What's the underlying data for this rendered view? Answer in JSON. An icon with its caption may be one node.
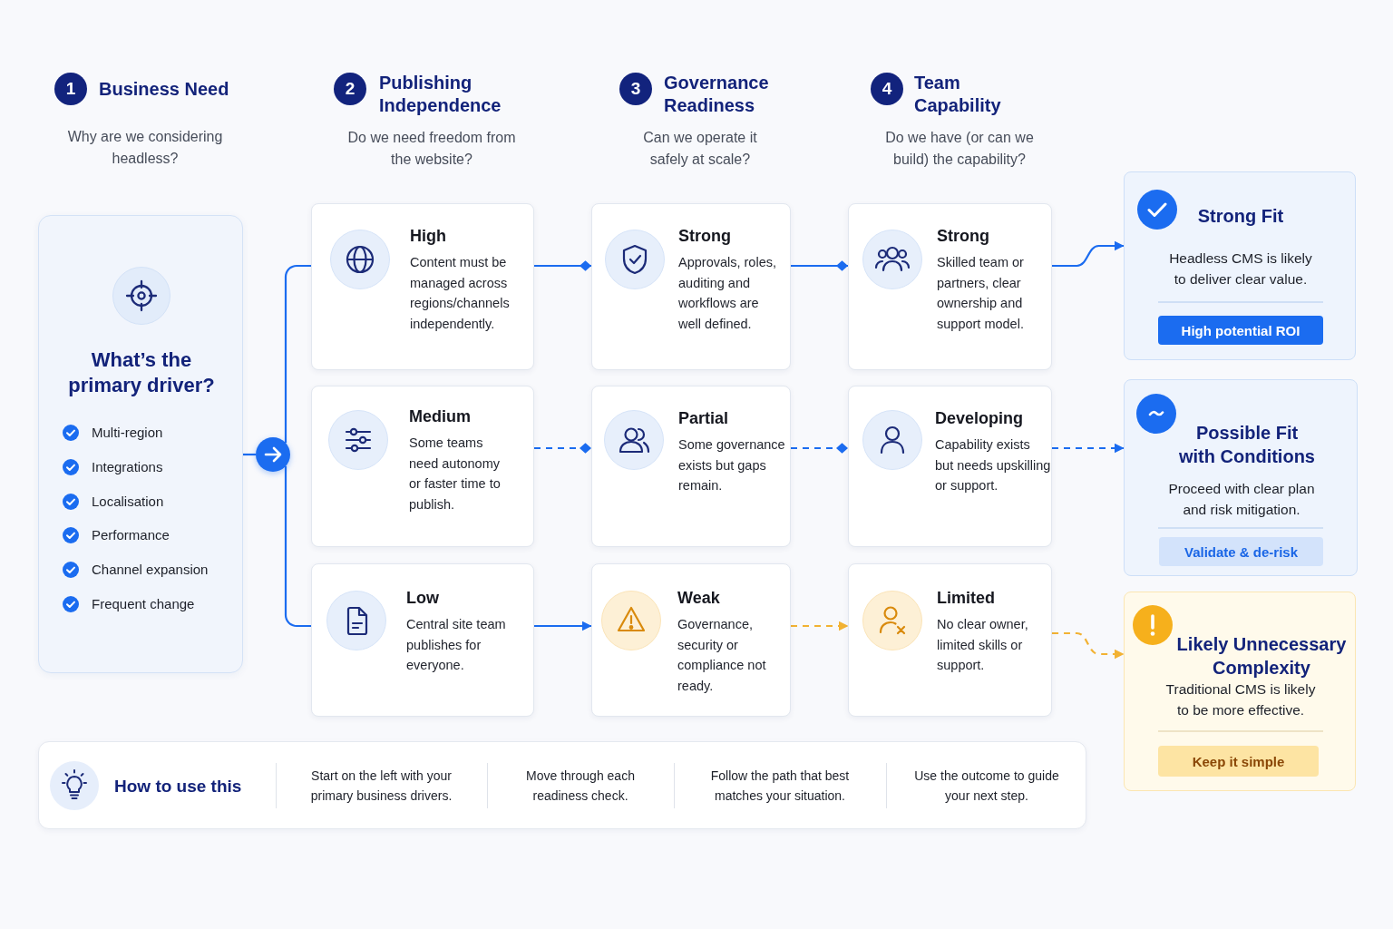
{
  "diagram": {
    "nodes": [
      {
        "text": [
          "What’s the primary driver?",
          "Multi-region",
          "Integrations",
          "Localisation",
          "Performance",
          "Channel expansion",
          "Frequent change"
        ]
      },
      {
        "text": [],
        "shape": "circle"
      },
      {
        "text": [
          "High",
          "Content must be managed across regions/channels independently."
        ]
      },
      {
        "text": [
          "Medium",
          "Some teams need autonomy or faster time to publish."
        ]
      },
      {
        "text": [
          "Low",
          "Central site team publishes for everyone."
        ]
      },
      {
        "text": [
          "Strong",
          "Approvals, roles, auditing and workflows are well defined."
        ]
      },
      {
        "text": [
          "Partial",
          "Some governance exists but gaps remain."
        ]
      },
      {
        "text": [
          "Weak",
          "Governance, security or compliance not ready."
        ]
      },
      {
        "text": [
          "Strong",
          "Skilled team or partners, clear ownership and support model."
        ]
      },
      {
        "text": [
          "Developing",
          "Capability exists but needs upskilling or support."
        ]
      },
      {
        "text": [
          "Limited",
          "No clear owner, limited skills or support."
        ]
      },
      {
        "text": [
          "Strong Fit",
          "Headless CMS is likely to deliver clear value."
        ]
      },
      {
        "text": [
          "High potential ROI"
        ],
        "in": 11
      },
      {
        "text": [
          "Possible Fit with Conditions",
          "Proceed with clear plan and risk mitigation."
        ]
      },
      {
        "text": [
          "Validate & de-risk"
        ],
        "in": 13
      },
      {
        "text": [
          "Likely Unnecessary Complexity",
          "Traditional CMS is likely to be more effective."
        ]
      },
      {
        "text": [
          "Keep it simple"
        ],
        "in": 15
      },
      {
        "text": [
          "How to use this",
          "Start on the left with your primary business drivers.",
          "Move through each readiness check.",
          "Follow the path that best matches your situation.",
          "Use the outcome to guide your next step."
        ]
      }
    ],
    "edges": [
      {
        "from": 0,
        "to": 1,
        "arrow": "none"
      },
      {
        "from": 1,
        "to": 2,
        "arrow": "none"
      },
      {
        "from": 1,
        "to": 4,
        "arrow": "none"
      },
      {
        "from": 2,
        "to": 5,
        "arrow": "other"
      },
      {
        "from": 5,
        "to": 8,
        "arrow": "other"
      },
      {
        "from": 8,
        "to": 11,
        "arrow": "to"
      },
      {
        "from": 3,
        "to": 6,
        "arrow": "other",
        "style": "dashed"
      },
      {
        "from": 6,
        "to": 9,
        "arrow": "other",
        "style": "dashed"
      },
      {
        "from": 9,
        "to": 13,
        "arrow": "to",
        "style": "dashed"
      },
      {
        "from": 4,
        "to": 7,
        "arrow": "to"
      },
      {
        "from": 7,
        "to": 10,
        "arrow": "to",
        "style": "dashed",
        "color": "#f2b233"
      },
      {
        "from": 10,
        "to": 15,
        "arrow": "to",
        "style": "dashed",
        "color": "#f2b233"
      }
    ],
    "labels": [
      "1",
      "Business Need",
      "Why are we considering headless?",
      "2",
      "Publishing Independence",
      "Do we need freedom from the website?",
      "3",
      "Governance Readiness",
      "Can we operate it safely at scale?",
      "4",
      "Team Capability",
      "Do we have (or can we build) the capability?"
    ]
  }
}
